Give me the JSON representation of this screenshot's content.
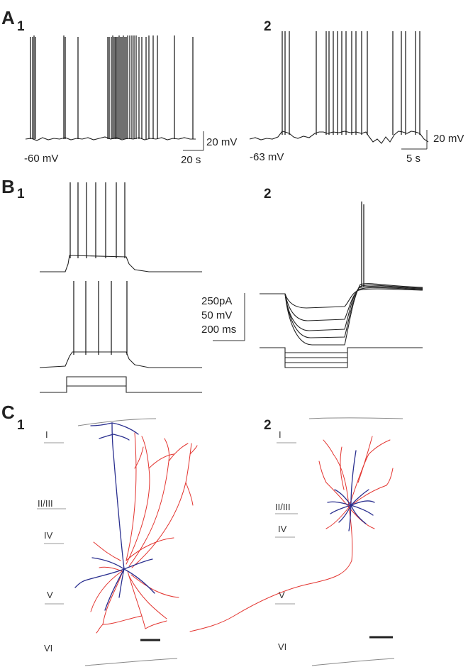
{
  "panels": {
    "A": {
      "letter": "A",
      "sub1": "1",
      "sub2": "2",
      "rest1": "-60 mV",
      "rest2": "-63 mV",
      "scale1_v": "20 mV",
      "scale1_t": "20 s",
      "scale2_v": "20 mV",
      "scale2_t": "5 s"
    },
    "B": {
      "letter": "B",
      "sub1": "1",
      "sub2": "2",
      "scale_current": "250pA",
      "scale_voltage": "50 mV",
      "scale_time": "200 ms"
    },
    "C": {
      "letter": "C",
      "sub1": "1",
      "sub2": "2",
      "layers": [
        "I",
        "II/III",
        "IV",
        "V",
        "VI"
      ]
    }
  },
  "colors": {
    "trace": "#222222",
    "dendrite": "#2a2f8f",
    "axon": "#e3342f",
    "pia": "#888888"
  }
}
